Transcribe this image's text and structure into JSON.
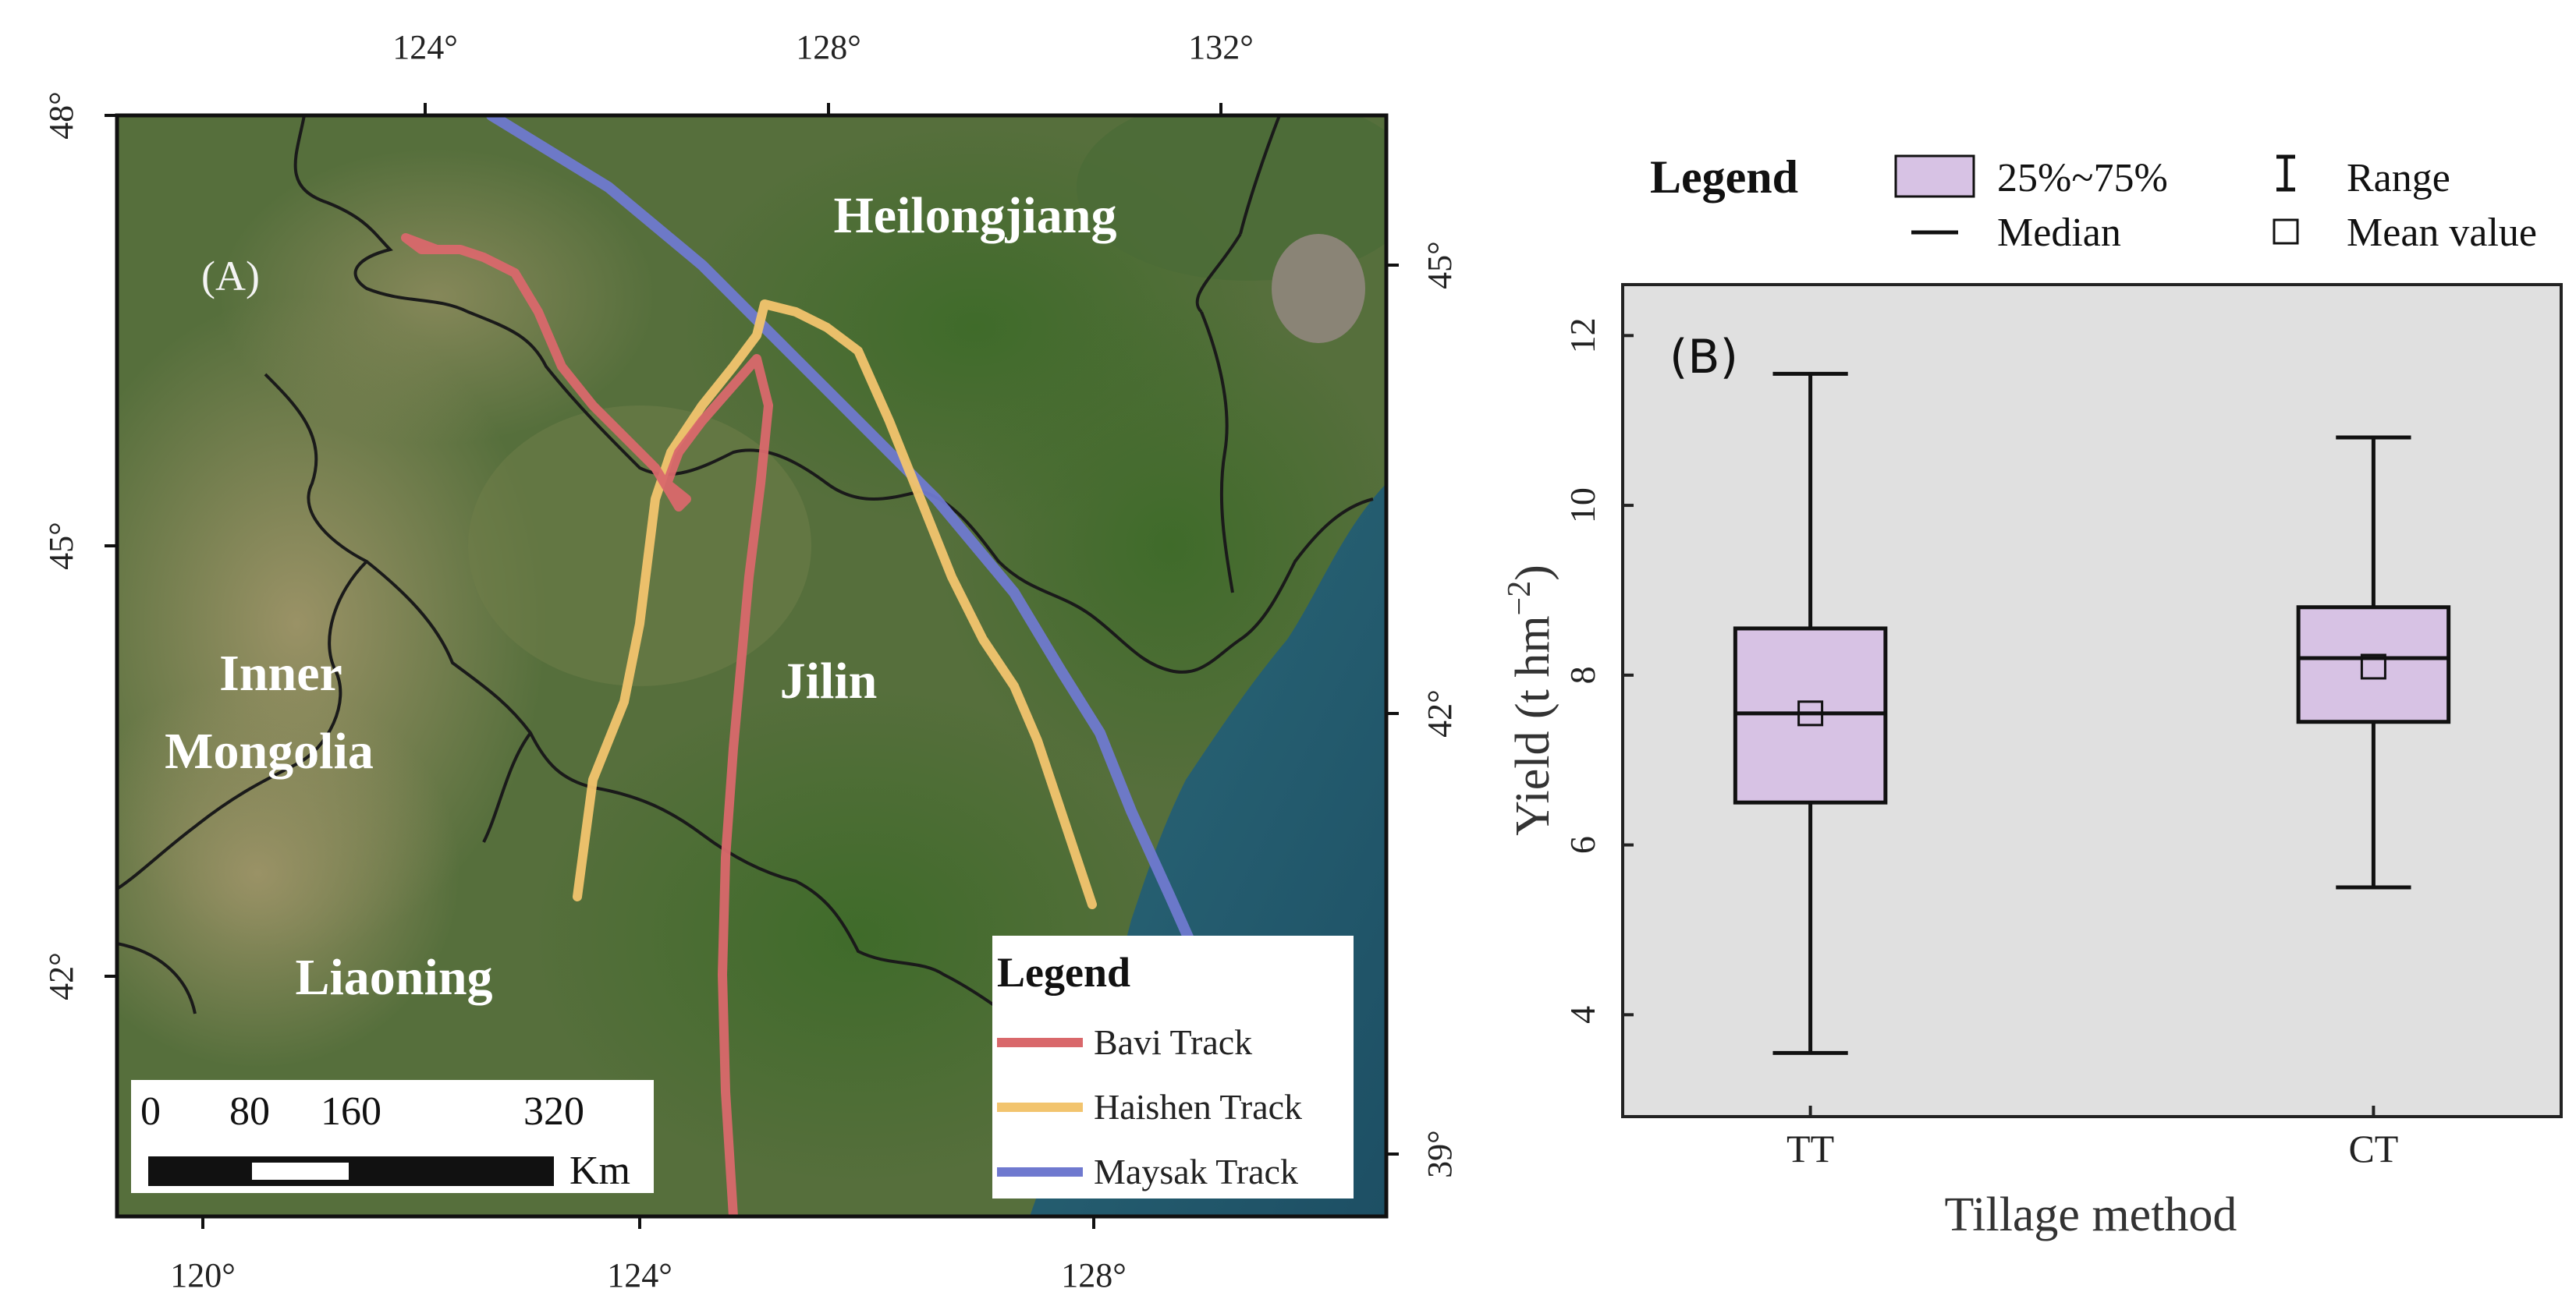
{
  "map": {
    "panel_label": "(A)",
    "top_ticks": [
      "124°",
      "128°",
      "132°"
    ],
    "bottom_ticks": [
      "120°",
      "124°",
      "128°"
    ],
    "left_ticks": [
      "48°",
      "45°",
      "42°"
    ],
    "right_ticks": [
      "45°",
      "42°",
      "39°"
    ],
    "regions": {
      "heilongjiang": "Heilongjiang",
      "inner_mongolia_line1": "Inner",
      "inner_mongolia_line2": "Mongolia",
      "jilin": "Jilin",
      "liaoning": "Liaoning"
    },
    "legend": {
      "title": "Legend",
      "items": [
        {
          "label": "Bavi Track",
          "color": "#d9686b"
        },
        {
          "label": "Haishen Track",
          "color": "#f2c46e"
        },
        {
          "label": "Maysak Track",
          "color": "#6f79cf"
        }
      ]
    },
    "scalebar": {
      "ticks": [
        "0",
        "80",
        "160",
        "320"
      ],
      "unit": "Km"
    }
  },
  "chart_data": {
    "type": "box",
    "panel_label": "(B)",
    "categories": [
      "TT",
      "CT"
    ],
    "xlabel": "Tillage method",
    "ylabel": "Yield (t hm⁻²)",
    "ylabel_main": "Yield (t hm",
    "ylabel_sup": "−2",
    "ylabel_close": ")",
    "ylim": [
      2.8,
      12.6
    ],
    "yticks": [
      4,
      6,
      8,
      10,
      12
    ],
    "grid": false,
    "background": "#e0e0e0",
    "box_color": "#d7c2e4",
    "boxes": [
      {
        "category": "TT",
        "min": 3.55,
        "q1": 6.5,
        "median": 7.55,
        "q3": 8.55,
        "max": 11.55,
        "mean": 7.55
      },
      {
        "category": "CT",
        "min": 5.5,
        "q1": 7.45,
        "median": 8.2,
        "q3": 8.8,
        "max": 10.8,
        "mean": 8.1
      }
    ],
    "legend": {
      "title": "Legend",
      "position": "top",
      "items": {
        "box": "25%~75%",
        "median": "Median",
        "range": "Range",
        "mean": "Mean value"
      }
    }
  }
}
